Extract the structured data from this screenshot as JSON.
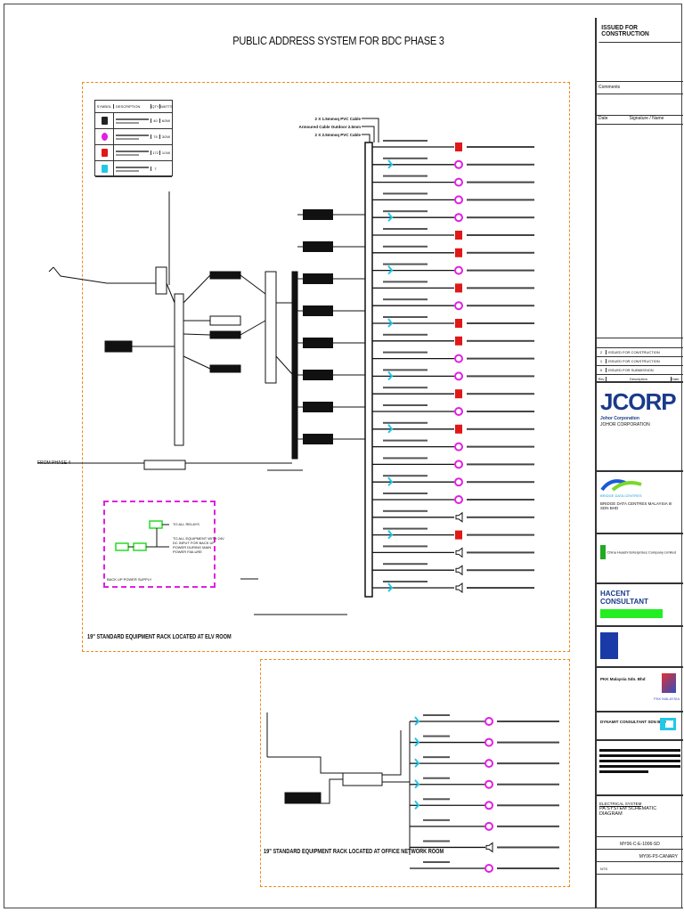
{
  "title": "PUBLIC ADDRESS SYSTEM FOR BDC PHASE 3",
  "legend": {
    "headers": [
      "SYMBOL",
      "DESCRIPTION",
      "QTY",
      "WATTS"
    ],
    "rows": [
      {
        "icon": "horn-speaker-icon",
        "color": "#222222",
        "qty": "40",
        "watts": "6/3W"
      },
      {
        "icon": "ceiling-speaker-icon",
        "color": "#e020e0",
        "qty": "75",
        "watts": "3/2W"
      },
      {
        "icon": "wall-speaker-icon",
        "color": "#e01818",
        "qty": "172",
        "watts": "1/1W"
      },
      {
        "icon": "volume-control-icon",
        "color": "#20c8e8",
        "qty": "7",
        "watts": ""
      }
    ]
  },
  "cables": [
    "2 X 1.5mmsq PVC Cable",
    "Armoured Cable Outdoor 2.5mm",
    "2 X 2.5mmsq PVC Cable"
  ],
  "main_branches": [
    "red",
    "magenta",
    "magenta",
    "magenta",
    "magenta",
    "red",
    "red",
    "magenta",
    "red",
    "magenta",
    "red",
    "red",
    "magenta",
    "magenta",
    "red",
    "magenta",
    "red",
    "magenta",
    "magenta",
    "magenta",
    "magenta",
    "speaker",
    "red",
    "speaker",
    "speaker",
    "speaker"
  ],
  "office_branches": [
    "magenta",
    "magenta",
    "magenta",
    "magenta",
    "magenta",
    "magenta",
    "speaker",
    "magenta"
  ],
  "labels": {
    "from_phase": "FROM PHASE 4",
    "rack_elv": "19\" STANDARD EQUIPMENT RACK LOCATED AT ELV ROOM",
    "rack_office": "19\" STANDARD EQUIPMENT RACK LOCATED AT OFFICE NETWORK ROOM",
    "backup": "BACK UP POWER SUPPLY",
    "to_relays": "TO ALL RELAYS",
    "to_equipment": "TO ALL EQUIPMENT WITH 24V DC INPUT FOR BACK UP POWER DURING MAIN POWER FAILURE"
  },
  "title_block": {
    "status": "ISSUED FOR CONSTRUCTION",
    "comments": "Comments",
    "date": "Date",
    "signature": "Signature / Name",
    "revisions": [
      {
        "rev": "2",
        "desc": "ISSUED FOR CONSTRUCTION"
      },
      {
        "rev": "1",
        "desc": "ISSUED FOR CONSTRUCTION"
      },
      {
        "rev": "0",
        "desc": "ISSUED FOR SUBMISSION"
      }
    ],
    "rev_header": "Rev",
    "desc_header": "Description",
    "date_header": "Date",
    "client_logo": "JCORP",
    "client_sub": "Johor Corporation",
    "client_name": "JOHOR CORPORATION",
    "owner_logo": "BRIDGE DATA CENTRES",
    "owner_name": "BRIDGE DATA CENTRES MALAYSIA III SDN BHD",
    "contractor_name": "China Huashi Enterprises Company Limited",
    "consultant_name": "HACENT CONSULTANT",
    "pkk_name": "PKK Malaysia Sdn. Bhd",
    "pkk_logo": "PKK MALAYSIA",
    "dynamit_name": "DYNAMIT CONSULTANT SDN BHD",
    "system": "ELECTRICAL SYSTEM",
    "drawing_title": "PA SYSTEM SCHEMATIC DIAGRAM",
    "drawing_no": "MY06-C-E-1006-SD",
    "project_code": "MY06-P3-CANARY",
    "scale": "NTS"
  },
  "colors": {
    "orange": "#f08a1c",
    "magenta": "#e020e0",
    "red": "#e01818",
    "cyan": "#20c8e8",
    "green": "#22dd22"
  }
}
